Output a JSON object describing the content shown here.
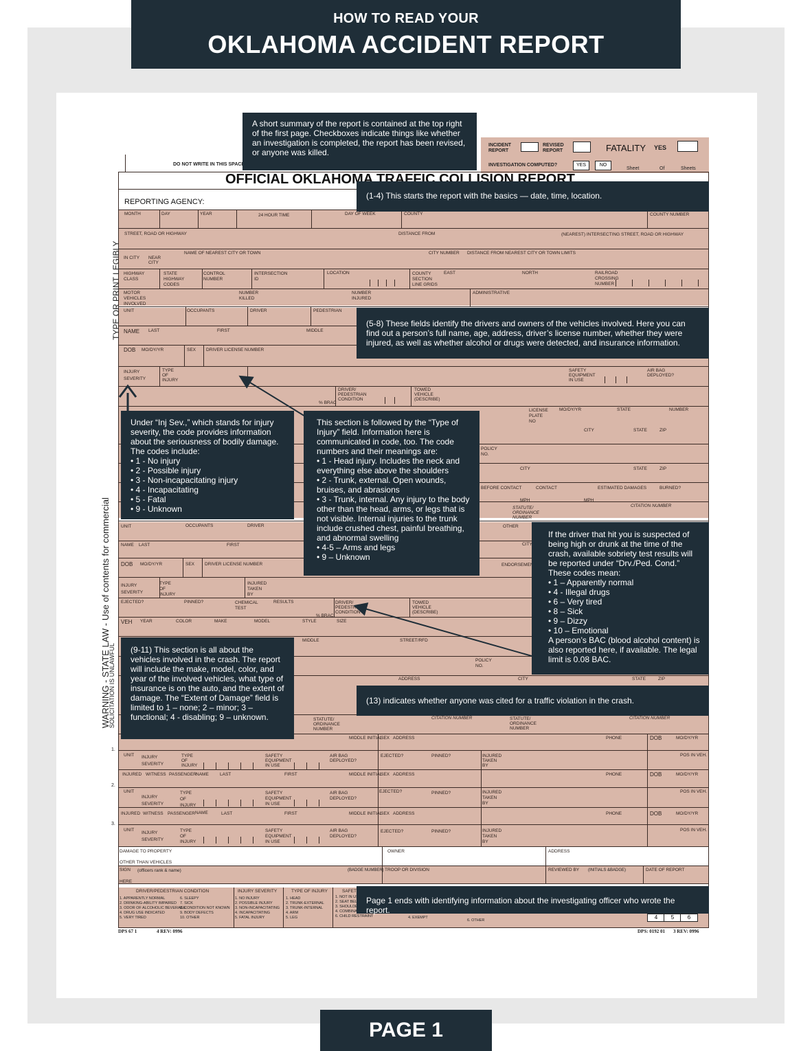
{
  "header": {
    "subtitle": "HOW TO READ YOUR",
    "title": "OKLAHOMA ACCIDENT REPORT"
  },
  "footer": {
    "label": "PAGE 1"
  },
  "form": {
    "title": "OFFICIAL OKLAHOMA TRAFFIC COLLISION REPORT",
    "do_not_write": "DO NOT WRITE IN THIS SPACE",
    "reporting_agency": "REPORTING AGENCY:",
    "incident_report": "INCIDENT REPORT",
    "revised_report": "REVISED REPORT",
    "fatality": "FATALITY",
    "yes": "YES",
    "investigation_computed": "INVESTIGATION COMPUTED?",
    "no": "NO",
    "sheet": "Sheet",
    "of": "Of",
    "sheets": "Sheets",
    "labels": {
      "month": "MONTH",
      "day": "DAY",
      "year": "YEAR",
      "time": "24 HOUR TIME",
      "day_of_week": "DAY OF WEEK",
      "county": "COUNTY",
      "county_number": "COUNTY NUMBER",
      "street": "STREET, ROAD OR HIGHWAY",
      "distance_from": "DISTANCE FROM",
      "intersecting": "(NEAREST) INTERSECTING STREET, ROAD OR HIGHWAY",
      "in_city": "IN CITY",
      "near_city": "NEAR CITY",
      "nearest_city": "NAME OF NEAREST CITY OR TOWN",
      "city_number": "CITY NUMBER",
      "distance_city": "DISTANCE FROM NEAREST CITY OR TOWN LIMITS",
      "highway_class": "HIGHWAY CLASS",
      "state_codes": "STATE HIGHWAY CODES",
      "control_number": "CONTROL NUMBER",
      "intersection_id": "INTERSECTION ID",
      "location": "LOCATION",
      "county_section": "COUNTY SECTION LINE GRIDS",
      "east": "EAST",
      "north": "NORTH",
      "railroad": "RAILROAD CROSSING NUMBER",
      "motor_vehicles": "MOTOR VEHICLES INVOLVED",
      "number_killed": "NUMBER KILLED",
      "number_injured": "NUMBER INJURED",
      "administrative": "ADMINISTRATIVE",
      "unit": "UNIT",
      "occupants": "OCCUPANTS",
      "driver": "DRIVER",
      "pedestrian": "PEDESTRIAN",
      "name": "NAME",
      "last": "LAST",
      "first": "FIRST",
      "middle": "MIDDLE",
      "dob": "DOB",
      "mdy": "MO/DY/YR",
      "sex": "SEX",
      "dl_number": "DRIVER LICENSE NUMBER",
      "injury_severity": "INJURY SEVERITY",
      "type_injury": "TYPE OF INJURY",
      "injured_taken": "INJURED TAKEN BY",
      "safety_equipment": "SAFETY EQUIPMENT IN USE",
      "air_bag": "AIR BAG DEPLOYED?",
      "ejected": "EJECTED?",
      "pinned": "PINNED?",
      "chemical_test": "CHEMICAL TEST",
      "results": "RESULTS",
      "brac": "% BRAC",
      "drv_ped_cond": "DRIVER/ PEDESTRIAN CONDITION",
      "towed": "TOWED VEHICLE (DESCRIBE)",
      "veh": "VEH",
      "color": "COLOR",
      "make": "MAKE",
      "model": "MODEL",
      "style": "STYLE",
      "size": "SIZE",
      "license_plate": "LICENSE PLATE No",
      "state": "STATE",
      "number": "NUMBER",
      "city": "CITY",
      "zip": "ZIP",
      "policy_no": "POLICY NO.",
      "address": "ADDRESS",
      "estimated_damages": "ESTIMATED DAMAGES",
      "burned": "BURNED?",
      "before_contact": "BEFORE CONTACT",
      "contact": "CONTACT",
      "mph": "MPH",
      "statute": "STATUTE/ ORDINANCE NUMBER",
      "citation_number": "CITATION NUMBER",
      "other": "OTHER",
      "endorsements": "ENDORSEMENT(S)",
      "street_rfd": "STREET/RFD",
      "injured": "INJURED",
      "witness": "WITNESS",
      "passenger": "PASSENGER",
      "middle_initial": "MIDDLE INITIAL",
      "phone": "PHONE",
      "pos_in_veh": "POS IN VEH.",
      "damage_to_property": "DAMAGE TO PROPERTY",
      "other_than_vehicles": "OTHER THAN VEHICLES",
      "owner": "OWNER",
      "sign": "SIGN",
      "officers_rank": "(officers rank & name)",
      "here": "HERE",
      "badge_number": "(BADGE NUMBER)",
      "troop": "TROOP OR DIVISION",
      "reviewed_by": "REVIEWED BY",
      "initials_badge": "(INITIALS &BADGE)",
      "date_of_report": "DATE OF REPORT",
      "dps1": "DPS 67 1",
      "rev1": "4 REV: 0996",
      "dps2": "DPS: 0192 01",
      "rev2": "3 REV: 0996"
    },
    "legend": {
      "drv_title": "DRIVER/PEDESTRIAN CONDITION",
      "drv_col1": "1. APPARENTLY NORMAL\n2. DRINKING-ABILITY IMPAIRED\n3. ODOR OF ALCOHOLIC BEVERAGE\n4. DRUG USE INDICATED\n5. VERY TIRED",
      "drv_col2": "6. SLEEPY\n7. SICK\n8. CONDITION NOT KNOWN\n9. BODY DEFECTS\n10. OTHER",
      "sev_title": "INJURY SEVERITY",
      "sev_col": "1. NO INJURY\n2. POSSIBLE INJURY\n3. NON-INCAPACITATING\n4. INCAPACITATING\n5. FATAL INJURY",
      "type_title": "TYPE OF INJURY",
      "type_col": "1. HEAD\n2. TRUNK-EXTERNAL\n3. TRUNK-INTERNAL\n4. ARM\n5. LEG",
      "safety_title": "SAFETY",
      "safety_col": "1. NOT IN USE\n2. SEAT BELT\n3. SHOULDER\n4. COMBINATION\n6. CHILD RESTRAINT",
      "exempt": "4. EXEMPT",
      "other6": "6. OTHER",
      "page_nums": [
        "4",
        "5",
        "6"
      ]
    },
    "sidebar": {
      "warning": "WARNING - STATE LAW -  Use of contents for commercial",
      "solicitation": "SOLICITATION IS UNLAWFUL",
      "type_print": "TYPE OR PRINT LEGIBLY"
    },
    "row_numbers": [
      "1.",
      "2.",
      "3."
    ]
  },
  "notes": {
    "summary": "A short summary of the report is contained at the top right of the first page. Checkboxes indicate things like whether an investigation is completed, the report has been revised, or anyone was killed.",
    "basics": "(1-4) This starts the report with the basics — date, time, location.",
    "drivers": "(5-8) These fields identify the drivers and owners of the vehicles involved. Here you can find out a person’s full name, age, address, driver’s license number, whether they were injured, as well as whether alcohol or drugs were detected, and insurance information.",
    "severity_intro": "Under “Inj Sev.,” which stands for injury severity, the code provides information about the seriousness of bodily damage. The codes include:",
    "severity_items": [
      "• 1 - No injury",
      "• 2 - Possible injury",
      "• 3 - Non-incapacitating injury",
      "• 4 - Incapacitating",
      "• 5 - Fatal",
      "• 9 - Unknown"
    ],
    "type_intro": "This section is followed by the “Type of Injury” field. Information here is communicated in code, too. The code numbers and their meanings are:",
    "type_items": [
      "• 1 - Head injury. Includes the neck and everything else above the shoulders",
      "• 2 - Trunk, external. Open wounds, bruises, and abrasions",
      "• 3 - Trunk, internal. Any injury to the body other than the head, arms, or legs that is not visible. Internal injuries to the trunk include crushed chest, painful breathing, and abnormal swelling",
      "• 4-5 – Arms and legs",
      "• 9 – Unknown"
    ],
    "sobriety_intro": "If the driver that hit you is suspected of being high or drunk at the time of the crash, available sobriety test results will be reported under “Drv./Ped. Cond.” These codes mean:",
    "sobriety_items": [
      "• 1 – Apparently normal",
      "• 4 - Illegal drugs",
      "• 6 – Very tired",
      "• 8 – Sick",
      "• 9 – Dizzy",
      "• 10 – Emotional"
    ],
    "sobriety_outro": "A person’s BAC (blood alcohol content) is also reported here, if available. The legal limit is 0.08 BAC.",
    "vehicles": "(9-11) This section is all about the vehicles involved in the crash. The report will include the make, model, color, and year of the involved vehicles, what type of insurance is on the auto, and the extent of damage. The “Extent of Damage” field is limited to 1 – none; 2 – minor; 3 – functional; 4 - disabling; 9 – unknown.",
    "citation": "(13) indicates whether anyone was cited for a traffic violation in the crash.",
    "officer": "Page 1 ends with identifying information about the investigating officer who wrote the report."
  },
  "colors": {
    "navy": "#1f2e38",
    "form_pink": "#d9b7a9",
    "background_gray": "#e8e8e8"
  }
}
